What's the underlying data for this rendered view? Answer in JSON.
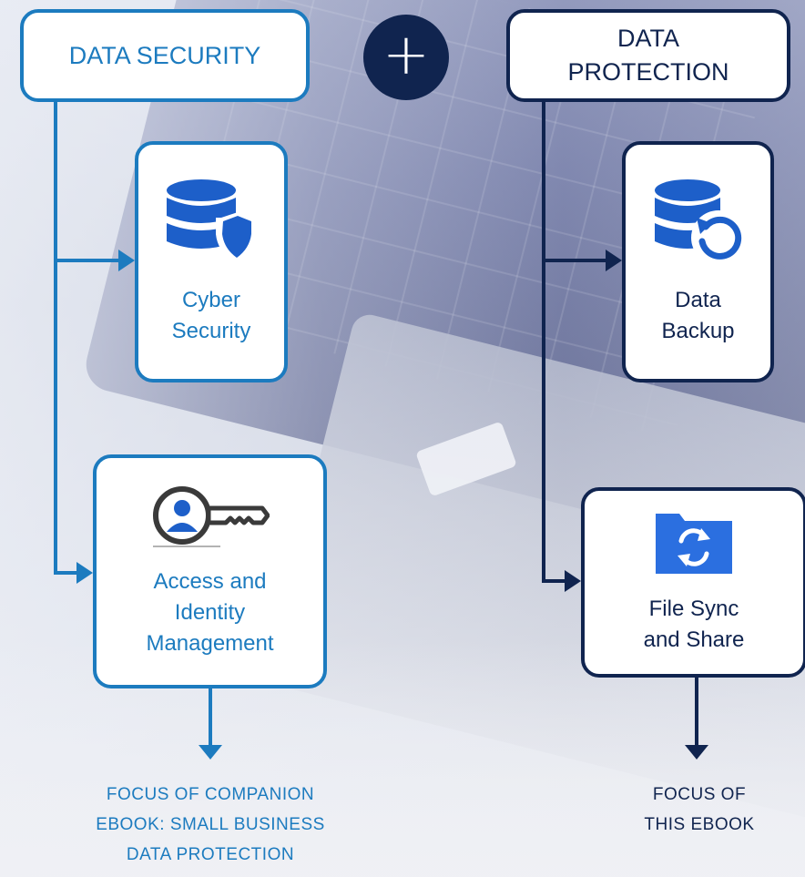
{
  "left_column": {
    "header": "DATA SECURITY",
    "color": "#1c7bbf",
    "cards": [
      {
        "label_lines": [
          "Cyber",
          "Security"
        ],
        "icon": "database-shield-icon"
      },
      {
        "label_lines": [
          "Access and",
          "Identity",
          "Management"
        ],
        "icon": "user-key-icon"
      }
    ],
    "caption_lines": [
      "FOCUS OF COMPANION",
      "EBOOK: SMALL BUSINESS",
      "DATA PROTECTION"
    ]
  },
  "connector": {
    "symbol": "+",
    "icon": "plus-icon"
  },
  "right_column": {
    "header_lines": [
      "DATA",
      "PROTECTION"
    ],
    "color": "#10244f",
    "cards": [
      {
        "label_lines": [
          "Data",
          "Backup"
        ],
        "icon": "database-restore-icon"
      },
      {
        "label_lines": [
          "File Sync",
          "and Share"
        ],
        "icon": "folder-sync-icon"
      }
    ],
    "caption_lines": [
      "FOCUS OF",
      "THIS EBOOK"
    ]
  }
}
